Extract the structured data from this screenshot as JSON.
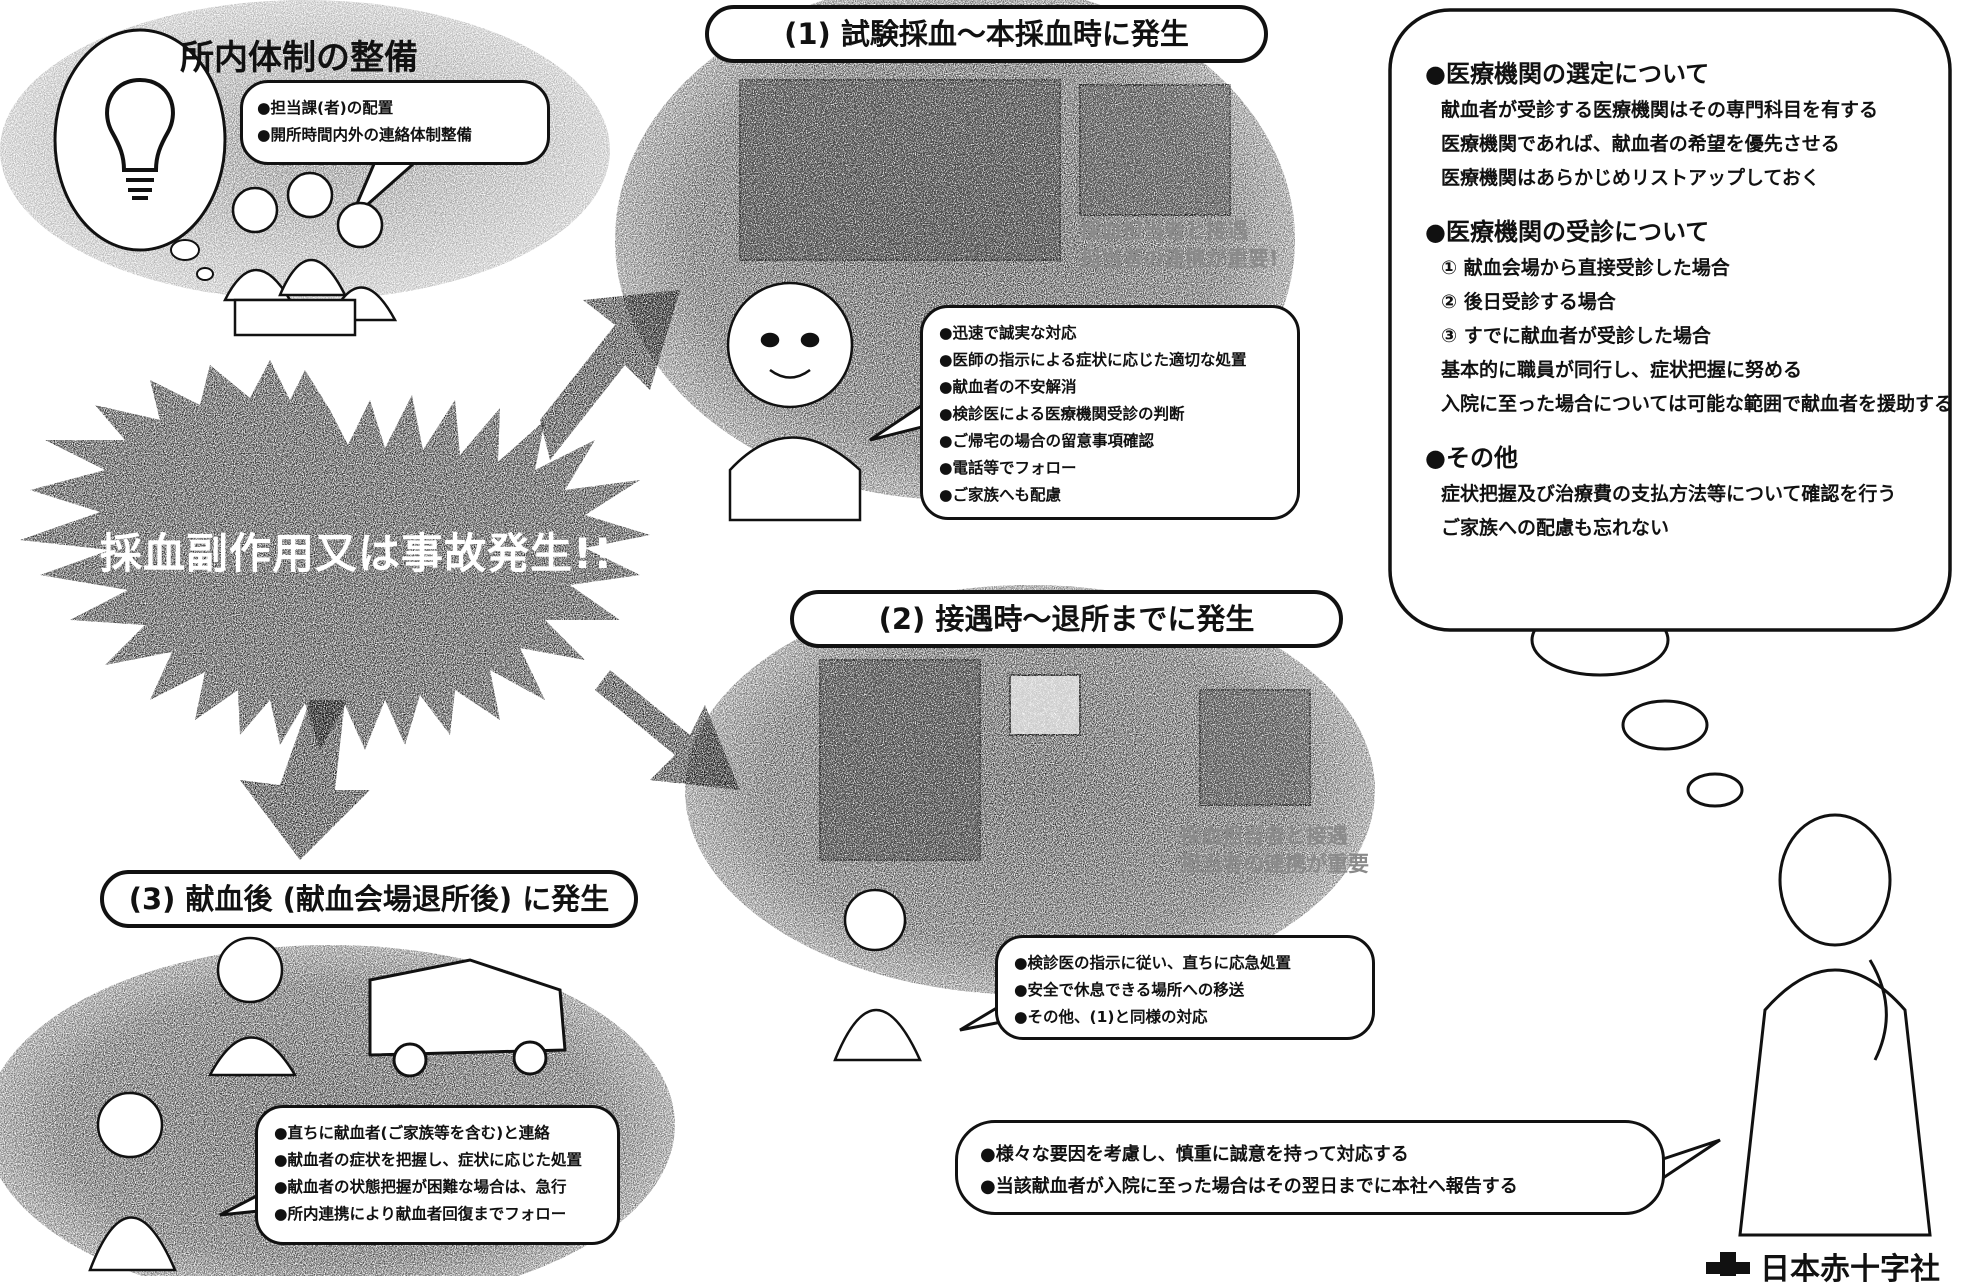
{
  "colors": {
    "ink": "#111111",
    "stipple_dark": "#2a2a2a",
    "stipple_mid": "#7a7a7a",
    "paper": "#ffffff"
  },
  "center": {
    "label": "採血副作用又は事故発生!!"
  },
  "top_left": {
    "title": "所内体制の整備",
    "items": [
      "●担当課(者)の配置",
      "●開所時間内外の連絡体制整備"
    ]
  },
  "section1": {
    "header": "(1) 試験採血〜本採血時に発生",
    "watermark": [
      "採血担当者と接遇",
      "担当者の連携が重要!"
    ],
    "items": [
      "●迅速で誠実な対応",
      "●医師の指示による症状に応じた適切な処置",
      "●献血者の不安解消",
      "●検診医による医療機関受診の判断",
      "●ご帰宅の場合の留意事項確認",
      "●電話等でフォロー",
      "●ご家族へも配慮"
    ]
  },
  "section2": {
    "header": "(2) 接遇時〜退所までに発生",
    "watermark": [
      "採血担当者と接遇",
      "担当者の連携が重要"
    ],
    "items": [
      "●検診医の指示に従い、直ちに応急処置",
      "●安全で休息できる場所への移送",
      "●その他、(1)と同様の対応"
    ]
  },
  "section3": {
    "header": "(3) 献血後 (献血会場退所後) に発生",
    "items": [
      "●直ちに献血者(ご家族等を含む)と連絡",
      "●献血者の症状を把握し、症状に応じた処置",
      "●献血者の状態把握が困難な場合は、急行",
      "●所内連携により献血者回復までフォロー"
    ]
  },
  "right_panel": {
    "sections": [
      {
        "heading": "●医療機関の選定について",
        "lines": [
          "献血者が受診する医療機関はその専門科目を有する",
          "医療機関であれば、献血者の希望を優先させる",
          "医療機関はあらかじめリストアップしておく"
        ]
      },
      {
        "heading": "●医療機関の受診について",
        "lines": [
          "① 献血会場から直接受診した場合",
          "② 後日受診する場合",
          "③ すでに献血者が受診した場合",
          "基本的に職員が同行し、症状把握に努める",
          "入院に至った場合については可能な範囲で献血者を援助する"
        ]
      },
      {
        "heading": "●その他",
        "lines": [
          "症状把握及び治療費の支払方法等について確認を行う",
          "ご家族への配慮も忘れない"
        ]
      }
    ]
  },
  "bottom_note": {
    "items": [
      "●様々な要因を考慮し、慎重に誠意を持って対応する",
      "●当該献血者が入院に至った場合はその翌日までに本社へ報告する"
    ]
  },
  "logo": {
    "text": "日本赤十字社"
  }
}
